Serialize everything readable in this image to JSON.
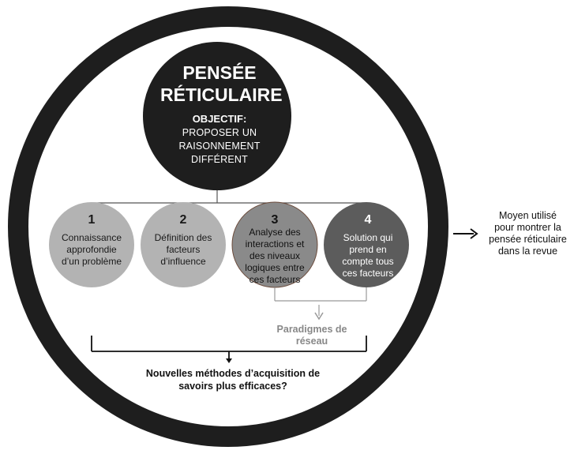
{
  "center": {
    "title_lines": [
      "PENSÉE",
      "RÉTICULAIRE"
    ],
    "objective_label": "OBJECTIF:",
    "objective_lines": [
      "PROPOSER UN",
      "RAISONNEMENT",
      "DIFFÉRENT"
    ]
  },
  "stages": [
    {
      "number": "1",
      "lines": [
        "Connaissance",
        "approfondie",
        "d’un problème"
      ],
      "fill": "#b3b3b3"
    },
    {
      "number": "2",
      "lines": [
        "Définition des",
        "facteurs",
        "d’influence"
      ],
      "fill": "#b3b3b3"
    },
    {
      "number": "3",
      "lines": [
        "Analyse des",
        "interactions et",
        "des niveaux",
        "logiques entre",
        "ces facteurs"
      ],
      "fill": "#8a8a8a"
    },
    {
      "number": "4",
      "lines": [
        "Solution qui",
        "prend en",
        "compte tous",
        "ces facteurs"
      ],
      "fill": "#5c5c5c"
    }
  ],
  "paradigm_lines": [
    "Paradigmes de",
    "réseau"
  ],
  "conclusion_lines": [
    "Nouvelles méthodes d’acquisition de",
    "savoirs plus efficaces?"
  ],
  "side_note_lines": [
    "Moyen utilisé",
    "pour montrer la",
    "pensée réticulaire",
    "dans la revue"
  ],
  "colors": {
    "ring": "#1e1e1e",
    "center_fill": "#1e1e1e",
    "connector": "#555555",
    "paradigm_arrow": "#999999"
  }
}
